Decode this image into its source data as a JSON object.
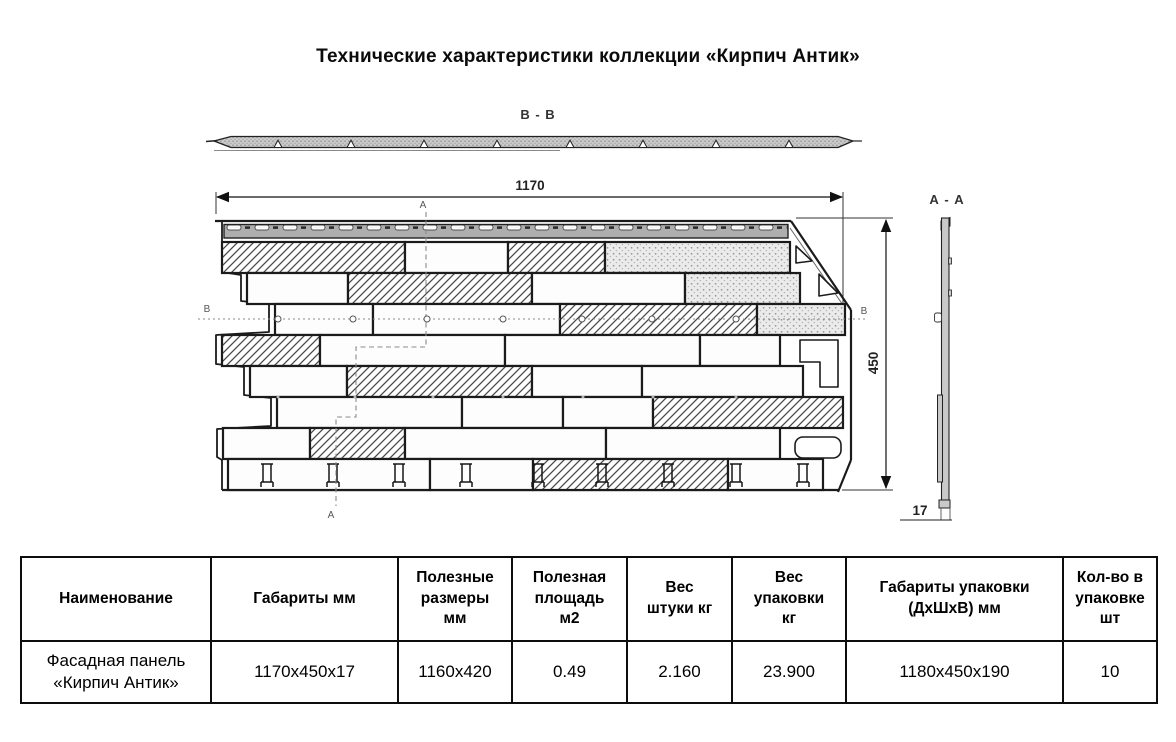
{
  "title": "Технические характеристики коллекции «Кирпич Антик»",
  "figure": {
    "section_bb_label": "В - В",
    "section_aa_label": "А - А",
    "overall_width_mm": "1170",
    "overall_height_mm": "450",
    "thickness_mm": "17",
    "cut_marker_a_top": "А",
    "cut_marker_a_bottom": "А",
    "cut_marker_b_left": "В",
    "cut_marker_b_right": "В"
  },
  "table": {
    "headers": [
      "Наименование",
      "Габариты мм",
      "Полезные\nразмеры\nмм",
      "Полезная\nплощадь\nм2",
      "Вес\nштуки кг",
      "Вес\nупаковки\nкг",
      "Габариты упаковки\n(ДхШхВ) мм",
      "Кол-во в\nупаковке\nшт"
    ],
    "rows": [
      [
        "Фасадная панель\n«Кирпич Антик»",
        "1170х450х17",
        "1160х420",
        "0.49",
        "2.160",
        "23.900",
        "1180х450х190",
        "10"
      ]
    ]
  }
}
